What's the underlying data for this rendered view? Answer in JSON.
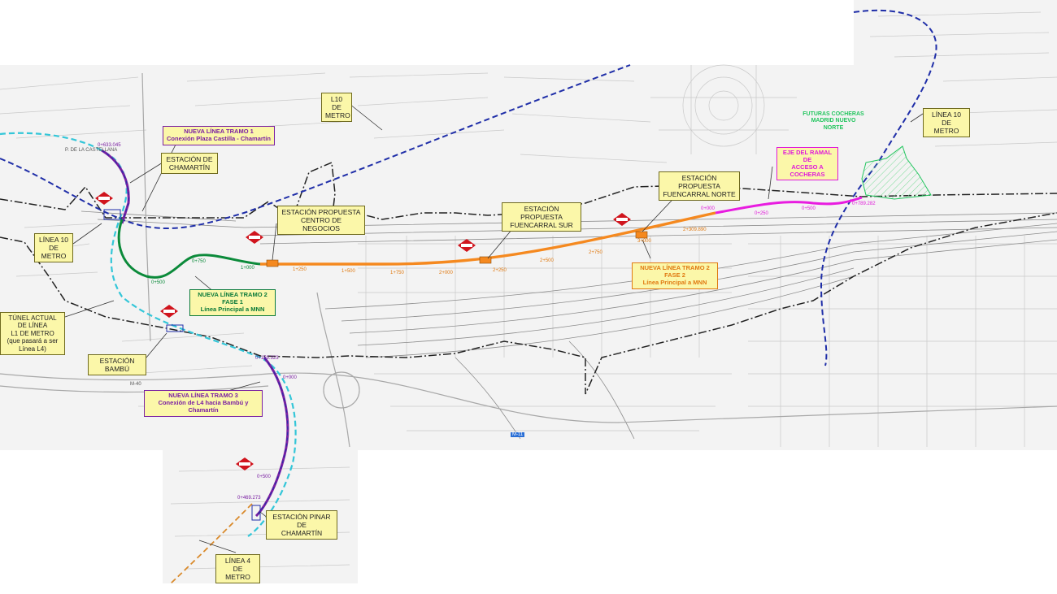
{
  "colors": {
    "tramo1": "#7a1fa2",
    "tramo2_fase1": "#0b8a3a",
    "tramo2_fase2": "#f5891f",
    "tramo3": "#7a1fa2",
    "ramal_cocheras": "#e81ce0",
    "linea10": "#1f2ea8",
    "linea1_actual": "#33c6d8",
    "linea4": "#d98a2c",
    "boundary": "#222222",
    "label_fill": "#fbf7a9"
  },
  "labels": {
    "l10_top": "L10 DE\nMETRO",
    "linea10_left": "LÍNEA 10\nDE METRO",
    "linea10_right": "LÍNEA 10 DE\nMETRO",
    "estacion_chamartin": "ESTACIÓN DE\nCHAMARTÍN",
    "estacion_centro_negocios": "ESTACIÓN PROPUESTA\nCENTRO DE NEGOCIOS",
    "estacion_fuencarral_sur": "ESTACIÓN PROPUESTA\nFUENCARRAL SUR",
    "estacion_fuencarral_norte": "ESTACIÓN PROPUESTA\nFUENCARRAL NORTE",
    "tunel_actual": "TÚNEL ACTUAL DE LÍNEA\nL1 DE METRO\n(que pasará a ser Línea L4)",
    "estacion_bambu": "ESTACIÓN BAMBÚ",
    "estacion_pinar": "ESTACIÓN PINAR DE\nCHAMARTÍN",
    "linea4": "LÍNEA 4 DE\nMETRO",
    "tramo1": "NUEVA LÍNEA TRAMO 1\nConexión Plaza Castilla - Chamartín",
    "tramo2_fase1": "NUEVA LÍNEA TRAMO 2 FASE 1\nLínea Principal a MNN",
    "tramo2_fase2": "NUEVA LÍNEA TRAMO 2 FASE 2\nLínea Principal a MNN",
    "tramo3": "NUEVA LÍNEA TRAMO 3\nConexión de L4 hacia Bambú y Chamartín",
    "ramal": "EJE DEL RAMAL DE\nACCESO A COCHERAS",
    "cocheras": "FUTURAS COCHERAS\nMADRID NUEVO NORTE"
  },
  "chainages": {
    "k0_750": "0+750",
    "k1_000": "1+000",
    "k1_250": "1+250",
    "k1_500": "1+500",
    "k1_750": "1+750",
    "k2_000": "2+000",
    "k2_250": "2+250",
    "k2_500": "2+500",
    "k2_750": "2+750",
    "k3_000": "3+000",
    "k0_500_green": "0+500",
    "k0_000_mag": "0+000",
    "k0_250_mag": "0+250",
    "k0_500_mag": "0+500",
    "k0_780_mag": "0+789.282",
    "k3_309": "2+309.890",
    "k0_000_t1": "0+633.045",
    "k0_000_t3": "0+000",
    "k0_159": "0+159.323",
    "k0_500_t3": "0+500",
    "k0_469": "0+469.273"
  },
  "street_labels": {
    "castellana": "P. DE LA CASTELLANA",
    "m11": "M-11",
    "m40": "M-40"
  },
  "metro_logo_text": "Metro"
}
